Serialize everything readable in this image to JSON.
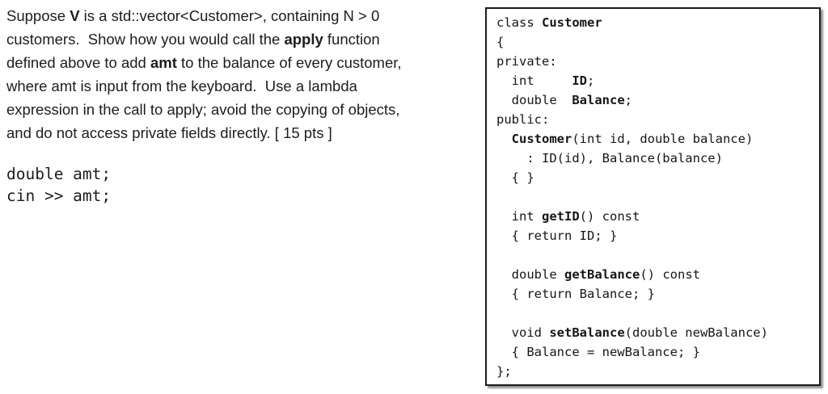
{
  "question": {
    "lines": [
      [
        {
          "t": "Suppose "
        },
        {
          "t": "V",
          "b": true
        },
        {
          "t": " is a std::vector<Customer>, containing N > 0"
        }
      ],
      [
        {
          "t": "customers.  Show how you would call the "
        },
        {
          "t": "apply",
          "b": true
        },
        {
          "t": " function"
        }
      ],
      [
        {
          "t": "defined above to add "
        },
        {
          "t": "amt",
          "b": true
        },
        {
          "t": " to the balance of every customer,"
        }
      ],
      [
        {
          "t": "where amt is input from the keyboard.  Use a lambda"
        }
      ],
      [
        {
          "t": "expression in the call to apply; avoid the copying of objects,"
        }
      ],
      [
        {
          "t": "and do not access private fields directly. [ 15 pts ]"
        }
      ]
    ],
    "code_lines": [
      "double amt;",
      "cin >> amt;"
    ]
  },
  "class_box": {
    "lines": [
      [
        {
          "t": "class "
        },
        {
          "t": "Customer",
          "b": true
        }
      ],
      [
        {
          "t": "{"
        }
      ],
      [
        {
          "t": "private:"
        }
      ],
      [
        {
          "t": "  int     "
        },
        {
          "t": "ID",
          "b": true
        },
        {
          "t": ";"
        }
      ],
      [
        {
          "t": "  double  "
        },
        {
          "t": "Balance",
          "b": true
        },
        {
          "t": ";"
        }
      ],
      [
        {
          "t": "public:"
        }
      ],
      [
        {
          "t": "  "
        },
        {
          "t": "Customer",
          "b": true
        },
        {
          "t": "(int id, double balance)"
        }
      ],
      [
        {
          "t": "    : ID(id), Balance(balance)"
        }
      ],
      [
        {
          "t": "  { }"
        }
      ],
      [
        {
          "t": ""
        }
      ],
      [
        {
          "t": "  int "
        },
        {
          "t": "getID",
          "b": true
        },
        {
          "t": "() const"
        }
      ],
      [
        {
          "t": "  { return ID; }"
        }
      ],
      [
        {
          "t": ""
        }
      ],
      [
        {
          "t": "  double "
        },
        {
          "t": "getBalance",
          "b": true
        },
        {
          "t": "() const"
        }
      ],
      [
        {
          "t": "  { return Balance; }"
        }
      ],
      [
        {
          "t": ""
        }
      ],
      [
        {
          "t": "  void "
        },
        {
          "t": "setBalance",
          "b": true
        },
        {
          "t": "(double newBalance)"
        }
      ],
      [
        {
          "t": "  { Balance = newBalance; }"
        }
      ],
      [
        {
          "t": "};"
        }
      ]
    ]
  }
}
